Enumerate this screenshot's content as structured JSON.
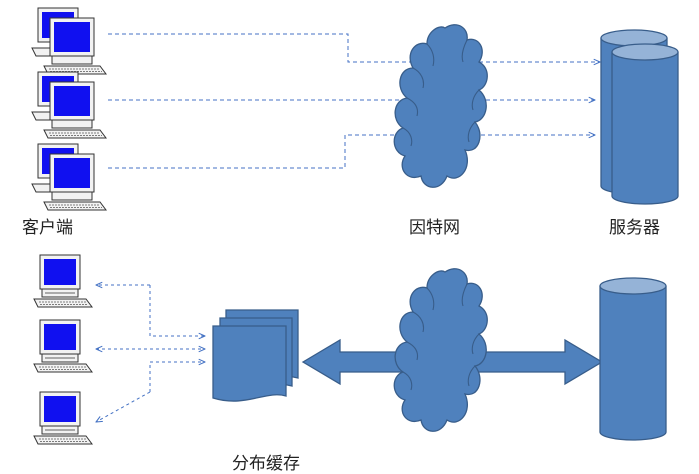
{
  "labels": {
    "clients": "客户端",
    "internet": "因特网",
    "servers": "服务器",
    "bottom_partial": "分布缓存"
  },
  "colors": {
    "monitor_screen": "#1010f0",
    "device_body": "#f2f2f2",
    "device_outline": "#333333",
    "cloud_fill": "#4f81bd",
    "cloud_stroke": "#385d8a",
    "cylinder_fill": "#4f81bd",
    "cylinder_top": "#95b3d7",
    "dashed_line": "#4472c4"
  }
}
